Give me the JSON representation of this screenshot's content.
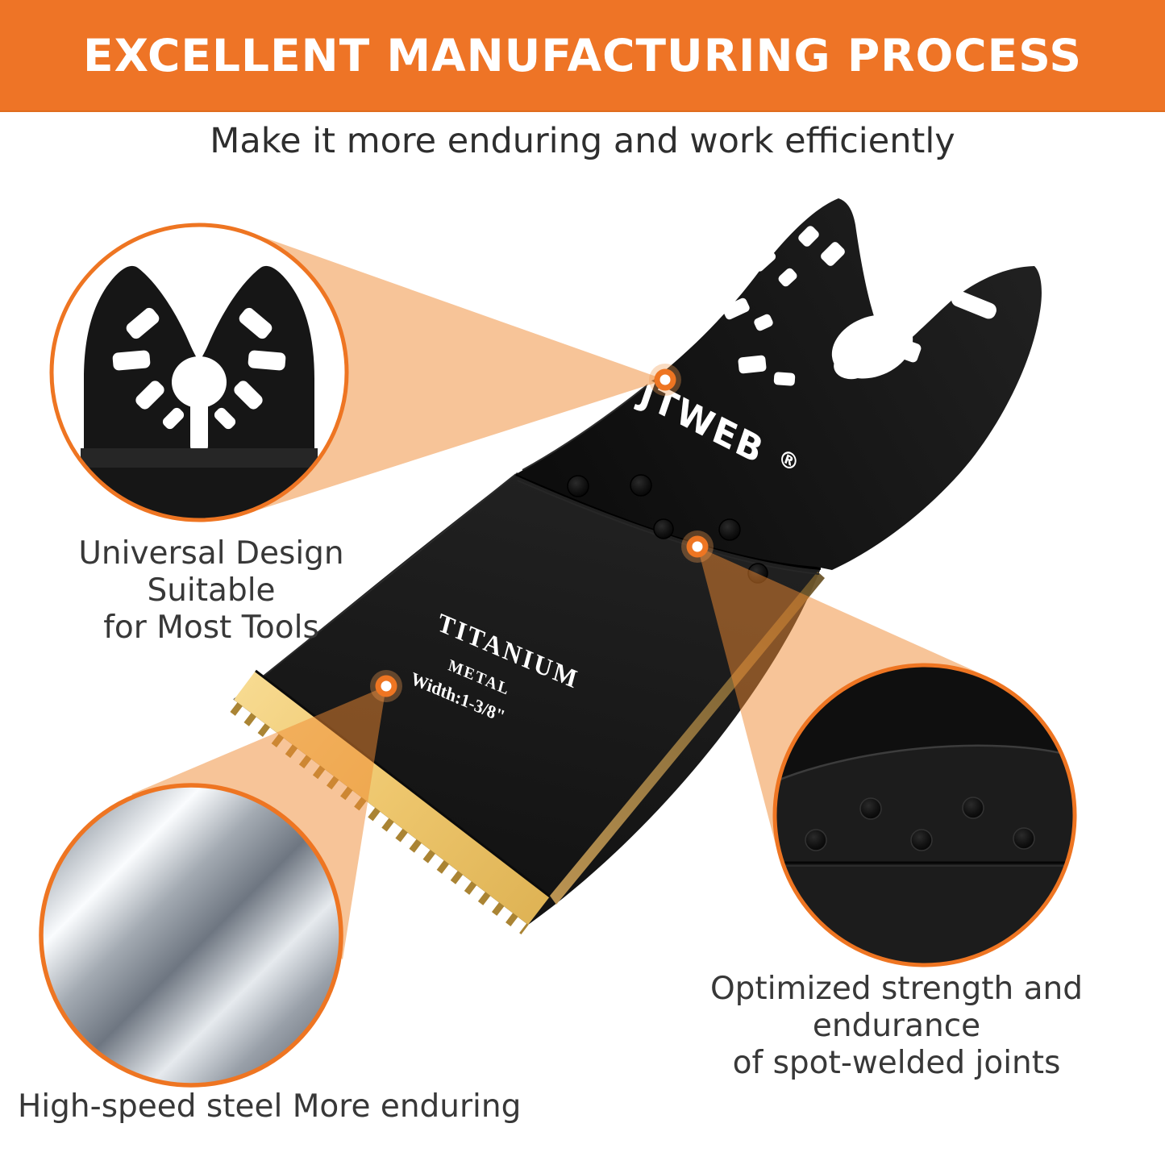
{
  "banner": {
    "title": "EXCELLENT MANUFACTURING PROCESS"
  },
  "subtitle": "Make it more enduring and work efficiently",
  "blade": {
    "brand": "JTWEB",
    "brand_mark": "®",
    "material": "TITANIUM",
    "material_sub": "METAL",
    "width_label": "Width:1-3/8\""
  },
  "callouts": [
    {
      "id": "universal",
      "label_lines": [
        "Universal Design Suitable",
        "for Most Tools"
      ]
    },
    {
      "id": "welds",
      "label_lines": [
        "Optimized strength and endurance",
        "of spot-welded joints"
      ]
    },
    {
      "id": "steel",
      "label_lines": [
        "High-speed steel More enduring"
      ]
    }
  ],
  "colors": {
    "accent": "#ee7522",
    "beam": "#ef8a32",
    "gold": "#ecc66c",
    "blade_black": "#151515",
    "label_text": "#383838"
  }
}
